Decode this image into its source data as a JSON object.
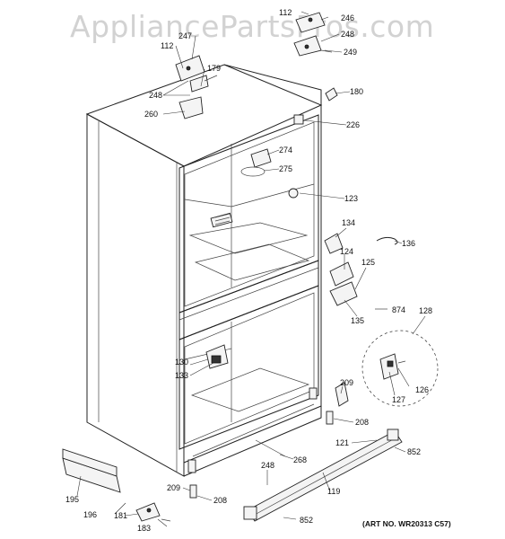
{
  "watermark": "AppliancePartsPros.com",
  "art_number": "(ART NO. WR20313 C57)",
  "callouts": [
    {
      "id": "112a",
      "text": "112"
    },
    {
      "id": "246",
      "text": "246"
    },
    {
      "id": "247",
      "text": "247"
    },
    {
      "id": "112b",
      "text": "112"
    },
    {
      "id": "248a",
      "text": "248"
    },
    {
      "id": "249",
      "text": "249"
    },
    {
      "id": "179",
      "text": "179"
    },
    {
      "id": "248b",
      "text": "248"
    },
    {
      "id": "180",
      "text": "180"
    },
    {
      "id": "260",
      "text": "260"
    },
    {
      "id": "226",
      "text": "226"
    },
    {
      "id": "274",
      "text": "274"
    },
    {
      "id": "275",
      "text": "275"
    },
    {
      "id": "123",
      "text": "123"
    },
    {
      "id": "134",
      "text": "134"
    },
    {
      "id": "136",
      "text": "136"
    },
    {
      "id": "124",
      "text": "124"
    },
    {
      "id": "125",
      "text": "125"
    },
    {
      "id": "874",
      "text": "874"
    },
    {
      "id": "128",
      "text": "128"
    },
    {
      "id": "135",
      "text": "135"
    },
    {
      "id": "130",
      "text": "130"
    },
    {
      "id": "133",
      "text": "133"
    },
    {
      "id": "126",
      "text": "126"
    },
    {
      "id": "127",
      "text": "127"
    },
    {
      "id": "209a",
      "text": "209"
    },
    {
      "id": "208a",
      "text": "208"
    },
    {
      "id": "121",
      "text": "121"
    },
    {
      "id": "852a",
      "text": "852"
    },
    {
      "id": "268",
      "text": "268"
    },
    {
      "id": "248c",
      "text": "248"
    },
    {
      "id": "195",
      "text": "195"
    },
    {
      "id": "209b",
      "text": "209"
    },
    {
      "id": "208b",
      "text": "208"
    },
    {
      "id": "119",
      "text": "119"
    },
    {
      "id": "196",
      "text": "196"
    },
    {
      "id": "181",
      "text": "181"
    },
    {
      "id": "183",
      "text": "183"
    },
    {
      "id": "852b",
      "text": "852"
    }
  ]
}
